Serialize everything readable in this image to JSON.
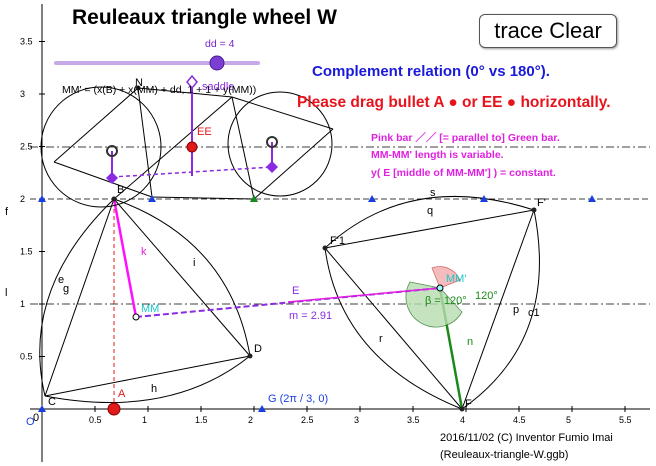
{
  "app": {
    "title": "Reuleaux triangle wheel W",
    "trace_button": "trace Clear"
  },
  "slider": {
    "label": "dd = 4",
    "value": 4
  },
  "notes": {
    "complement": "Complement relation (0° vs 180°).",
    "drag": "Please drag bullet A ● or EE ● horizontally.",
    "pink_bar": "Pink bar  ／／  [= parallel to] Green bar.",
    "mm_length": "MM-MM' length is variable.",
    "y_constant": "y( E [middle of MM-MM'] ) = constant."
  },
  "formula": "MM' = (x(B) + x(MM) + dd, 1 + 1 + y(MM))",
  "axes": {
    "x_ticks": [
      "0",
      "0.5",
      "1",
      "1.5",
      "2",
      "2.5",
      "3",
      "3.5",
      "4",
      "4.5",
      "5",
      "5.5"
    ],
    "y_ticks": [
      "0.5",
      "1",
      "1.5",
      "2",
      "2.5",
      "3",
      "3.5"
    ],
    "origin": "O"
  },
  "labels": {
    "A": "A",
    "B": "B",
    "C": "C",
    "D": "D",
    "E": "E",
    "EE": "EE",
    "F": "F",
    "F1p": "F'1",
    "Fp": "F'",
    "G": "G (2π / 3, 0)",
    "MM": "MM",
    "MMp": "MM'",
    "N": "N",
    "saddle": "saddle",
    "beta": "β = 120°",
    "angle": "120°",
    "m": "m = 2.91",
    "k": "k",
    "i": "i",
    "e": "e",
    "g": "g",
    "h": "h",
    "n": "n",
    "p": "p",
    "c1": "c1",
    "q": "q",
    "s": "s",
    "r": "r",
    "f": "f",
    "l": "l",
    "o": "0"
  },
  "footer": {
    "copyright": "2016/11/02 (C) Inventor Fumio Imai",
    "file": "(Reuleaux-triangle-W.ggb)"
  },
  "colors": {
    "blue_note": "#1a1adb",
    "red_note": "#e8141d",
    "magenta": "#e020e0",
    "purple": "#8a2be2",
    "green": "#1a8a1a",
    "point_blue": "#1a3fe0",
    "point_red": "#e11a1a"
  }
}
